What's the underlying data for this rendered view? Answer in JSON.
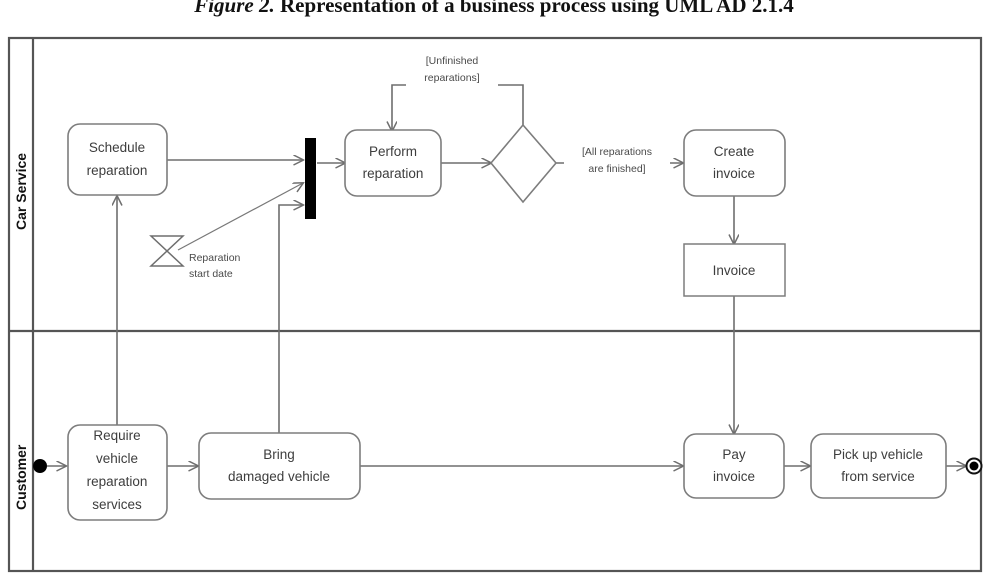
{
  "figure": {
    "caption_italic": "Figure 2.",
    "caption_rest": "Representation of a business process using UML AD 2.1.4"
  },
  "diagram": {
    "type": "uml-activity-diagram",
    "lanes": [
      {
        "id": "car-service",
        "label": "Car Service"
      },
      {
        "id": "customer",
        "label": "Customer"
      }
    ],
    "nodes": {
      "initial": {
        "kind": "initial-node",
        "label": ""
      },
      "require_vehicle": {
        "kind": "action",
        "label_lines": [
          "Require",
          "vehicle",
          "reparation",
          "services"
        ]
      },
      "bring_vehicle": {
        "kind": "action",
        "label_lines": [
          "Bring",
          "damaged vehicle"
        ]
      },
      "schedule": {
        "kind": "action",
        "label_lines": [
          "Schedule",
          "reparation"
        ]
      },
      "time_event": {
        "kind": "time-event",
        "label_lines": [
          "Reparation",
          "start date"
        ]
      },
      "join": {
        "kind": "join-bar",
        "label": ""
      },
      "perform": {
        "kind": "action",
        "label_lines": [
          "Perform",
          "reparation"
        ]
      },
      "decision": {
        "kind": "decision",
        "label": ""
      },
      "create_invoice": {
        "kind": "action",
        "label_lines": [
          "Create",
          "invoice"
        ]
      },
      "invoice_object": {
        "kind": "object-node",
        "label": "Invoice"
      },
      "pay_invoice": {
        "kind": "action",
        "label_lines": [
          "Pay",
          "invoice"
        ]
      },
      "pick_up": {
        "kind": "action",
        "label_lines": [
          "Pick up vehicle",
          "from service"
        ]
      },
      "final": {
        "kind": "activity-final-node",
        "label": ""
      }
    },
    "guards": {
      "unfinished": [
        "[Unfinished",
        "reparations]"
      ],
      "all_finished": [
        "[All reparations",
        "are finished]"
      ]
    },
    "colors": {
      "edge": "#6e6e6e",
      "node_stroke": "#7d7d7d",
      "lane_border": "#555555",
      "text": "#3d3d3d",
      "bar_fill": "#000000"
    }
  }
}
